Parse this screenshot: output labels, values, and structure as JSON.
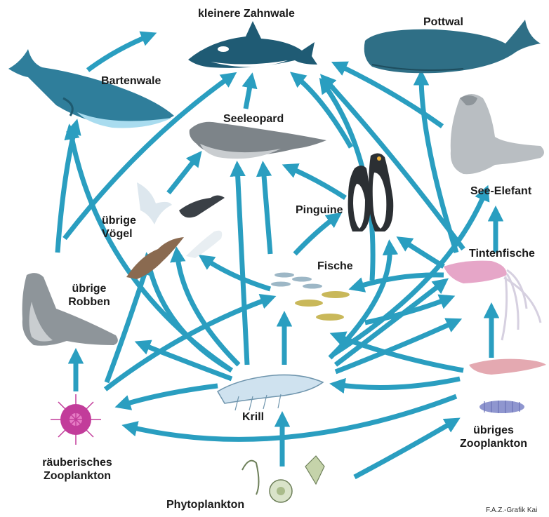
{
  "diagram": {
    "labels": {
      "kleinere_zahnwale": "kleinere Zahnwale",
      "pottwal": "Pottwal",
      "bartenwale": "Bartenwale",
      "seeleopard": "Seeleopard",
      "uebrige_voegel_1": "übrige",
      "uebrige_voegel_2": "Vögel",
      "pinguine": "Pinguine",
      "see_elefant": "See-Elefant",
      "tintenfische": "Tintenfische",
      "fische": "Fische",
      "uebrige_robben_1": "übrige",
      "uebrige_robben_2": "Robben",
      "krill": "Krill",
      "uebriges_zooplankton_1": "übriges",
      "uebriges_zooplankton_2": "Zooplankton",
      "raeuberisches_zooplankton_1": "räuberisches",
      "raeuberisches_zooplankton_2": "Zooplankton",
      "phytoplankton": "Phytoplankton"
    },
    "credit": "F.A.Z.-Grafik Kai",
    "colors": {
      "arrow": "#2a9ec0",
      "whale_dark": "#2f7e9b",
      "whale_light": "#a9dcef",
      "grey_animal": "#8e959a",
      "grey_light": "#cfd3d6",
      "predatory_plankton": "#c23c9a"
    },
    "icons": [
      "orca-icon",
      "sperm-whale-icon",
      "baleen-whale-icon",
      "leopard-seal-icon",
      "elephant-seal-icon",
      "penguin-icon",
      "bird-icon",
      "seal-icon",
      "fish-icon",
      "squid-icon",
      "krill-icon",
      "zooplankton-icon",
      "predatory-zooplankton-icon",
      "phytoplankton-icon"
    ]
  }
}
